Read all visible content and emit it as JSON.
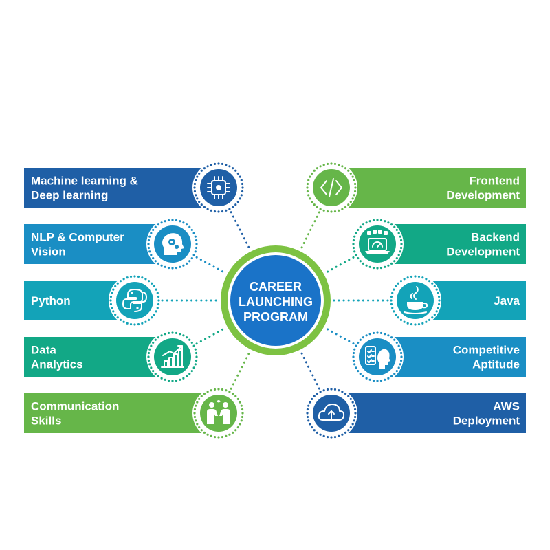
{
  "center": {
    "lines": [
      "CAREER",
      "LAUNCHING",
      "PROGRAM"
    ],
    "fill_color": "#1a73c8",
    "ring_color": "#7dc242"
  },
  "left_items": [
    {
      "lines": [
        "Machine learning &",
        "Deep learning"
      ],
      "color": "#1f5fa6",
      "icon": "ai-chip-brain-icon"
    },
    {
      "lines": [
        "NLP & Computer",
        "Vision"
      ],
      "color": "#1a8ec4",
      "icon": "head-gears-icon"
    },
    {
      "lines": [
        "Python"
      ],
      "color": "#13a3b8",
      "icon": "python-logo-icon"
    },
    {
      "lines": [
        "Data",
        "Analytics"
      ],
      "color": "#12a886",
      "icon": "bar-chart-growth-icon"
    },
    {
      "lines": [
        "Communication",
        "Skills"
      ],
      "color": "#66b649",
      "icon": "people-talking-icon"
    }
  ],
  "right_items": [
    {
      "lines": [
        "Frontend",
        "Development"
      ],
      "color": "#66b649",
      "icon": "code-brackets-icon"
    },
    {
      "lines": [
        "Backend",
        "Development"
      ],
      "color": "#12a886",
      "icon": "laptop-database-icon"
    },
    {
      "lines": [
        "Java"
      ],
      "color": "#13a3b8",
      "icon": "java-coffee-icon"
    },
    {
      "lines": [
        "Competitive",
        "Aptitude"
      ],
      "color": "#1a8ec4",
      "icon": "head-checklist-icon"
    },
    {
      "lines": [
        "AWS",
        "Deployment"
      ],
      "color": "#1f5fa6",
      "icon": "cloud-upload-icon"
    }
  ]
}
